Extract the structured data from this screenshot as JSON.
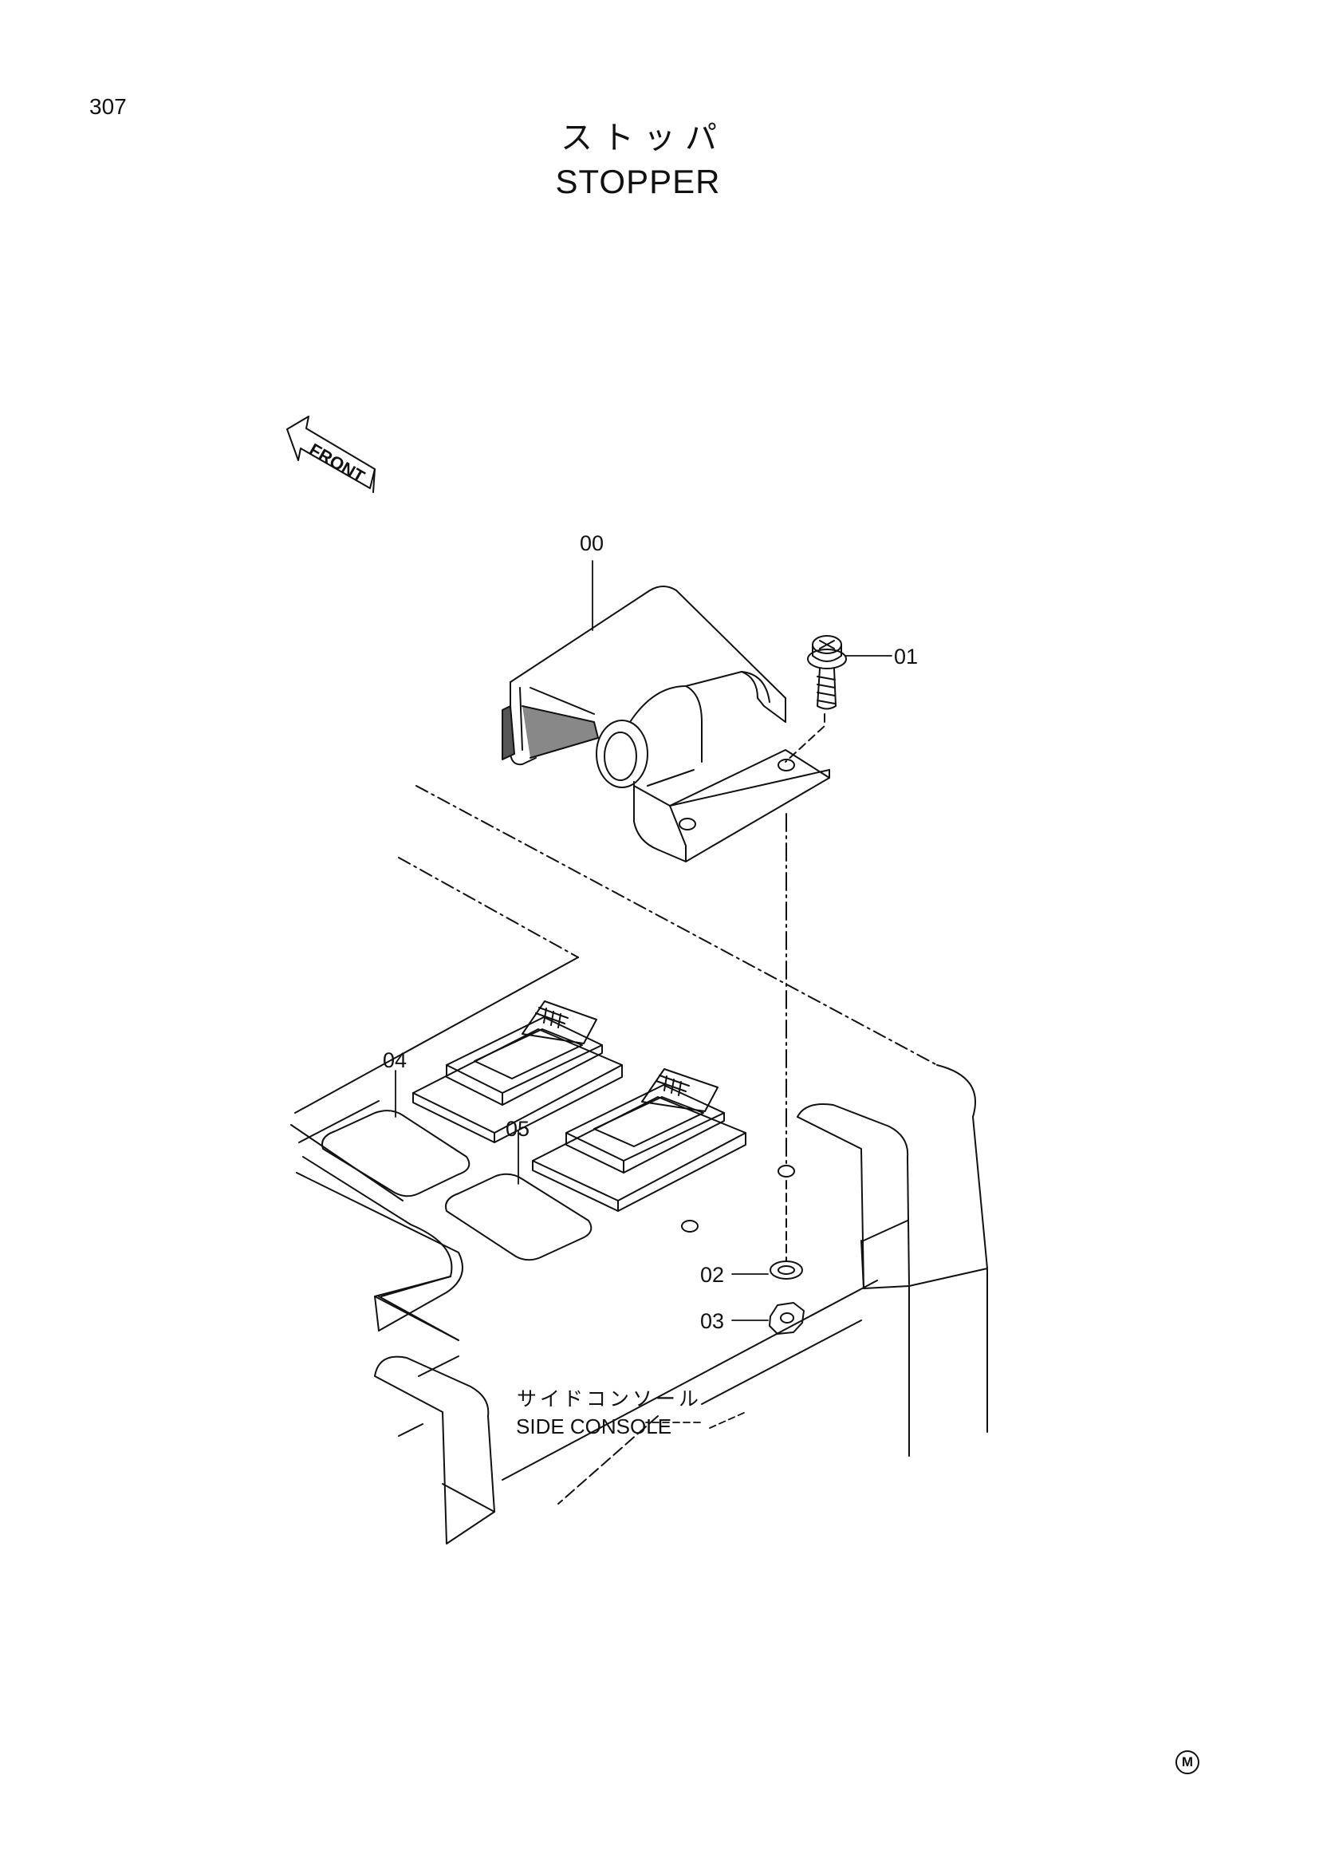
{
  "page": {
    "number": "307"
  },
  "title": {
    "jp": "ストッパ",
    "en": "STOPPER"
  },
  "front_arrow": {
    "label": "FRONT"
  },
  "part_labels": {
    "p00": "00",
    "p01": "01",
    "p02": "02",
    "p03": "03",
    "p04": "04",
    "p05": "05"
  },
  "console_label": {
    "jp": "サイドコンソール",
    "en": "SIDE CONSOLE"
  },
  "mark": "M"
}
